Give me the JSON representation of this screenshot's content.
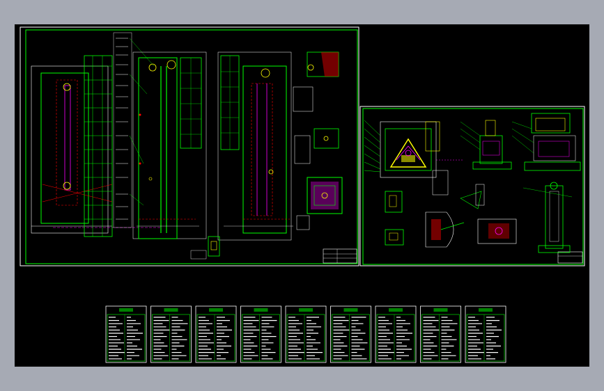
{
  "canvas": {
    "background": "#000000",
    "frame": "#a6aab4"
  },
  "colors": {
    "green": "#00ff00",
    "white": "#ffffff",
    "red": "#ff0000",
    "magenta": "#ff00ff",
    "yellow": "#ffff00",
    "cyan": "#00ffff",
    "dark_red": "#c00000"
  },
  "sheets": {
    "main_drawing": {
      "name": "assembly-drawing"
    },
    "detail_drawing": {
      "name": "detail-drawing"
    }
  },
  "tables": {
    "count": 9
  }
}
